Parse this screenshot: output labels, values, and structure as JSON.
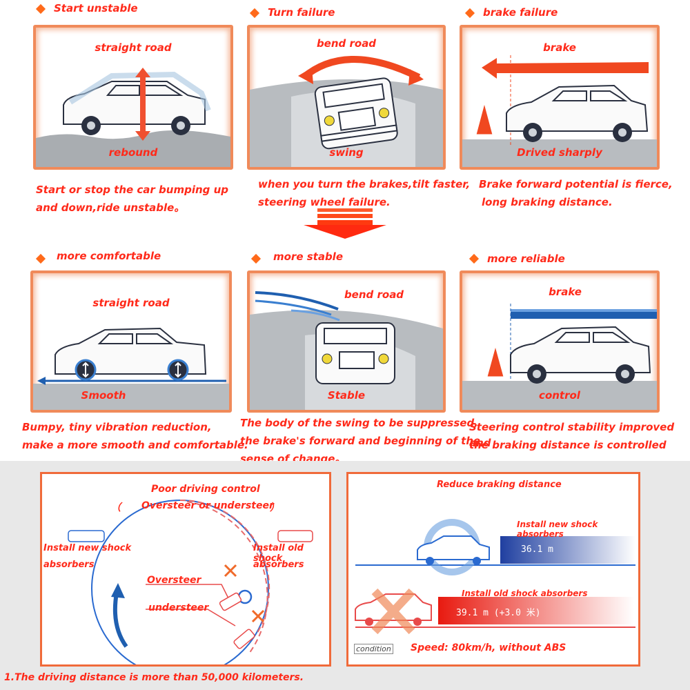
{
  "top": {
    "panel1": {
      "heading": "Start unstable",
      "top_label": "straight road",
      "bottom_label": "rebound",
      "caption_1": "Start or stop the car bumping up",
      "caption_2": "and down,ride unstable。"
    },
    "panel2": {
      "heading": "Turn failure",
      "top_label": "bend road",
      "bottom_label": "swing",
      "caption_1": "when you turn the brakes,tilt faster,",
      "caption_2": "steering wheel failure."
    },
    "panel3": {
      "heading": "brake failure",
      "top_label": "brake",
      "bottom_label": "Drived sharply",
      "caption_1": "Brake forward potential is fierce,",
      "caption_2": "long braking distance."
    }
  },
  "middle": {
    "panel1": {
      "heading": "more comfortable",
      "top_label": "straight road",
      "bottom_label": "Smooth",
      "caption_1": "Bumpy, tiny vibration reduction,",
      "caption_2": "make a more smooth and comfortable."
    },
    "panel2": {
      "heading": "more stable",
      "top_label": "bend road",
      "bottom_label": "Stable",
      "caption_1": "The body of the swing to be suppressed,",
      "caption_2": "the brake's forward and beginning of the",
      "caption_3": "sense of change。"
    },
    "panel3": {
      "heading": "more reliable",
      "top_label": "brake",
      "bottom_label": "control",
      "caption_1": "Steering control stability improved and",
      "caption_2": "the braking distance is controlled"
    }
  },
  "bottom_left": {
    "title": "Poor driving control",
    "subtitle_open": "（",
    "subtitle": "Oversteer or understeer",
    "subtitle_close": "）",
    "new_label_1": "Install new shock",
    "new_label_2": "absorbers",
    "old_label_1": "Install old shock",
    "old_label_2": "absorbers",
    "oversteer": "Oversteer",
    "understeer": "understeer"
  },
  "bottom_right": {
    "title": "Reduce braking distance",
    "new_label": "Install new shock absorbers",
    "new_value": "36.1 m",
    "old_label": "Install old shock absorbers",
    "old_value": "39.1 m (+3.0 米)",
    "condition_tag": "condition",
    "condition_text": "Speed: 80km/h, without ABS"
  },
  "footnote": "1.The driving distance is more than 50,000 kilometers.",
  "colors": {
    "accent": "#ff2a1a",
    "panel_border": "#f08a5a",
    "blue": "#1f5fb0",
    "road": "#b8bcc0"
  }
}
